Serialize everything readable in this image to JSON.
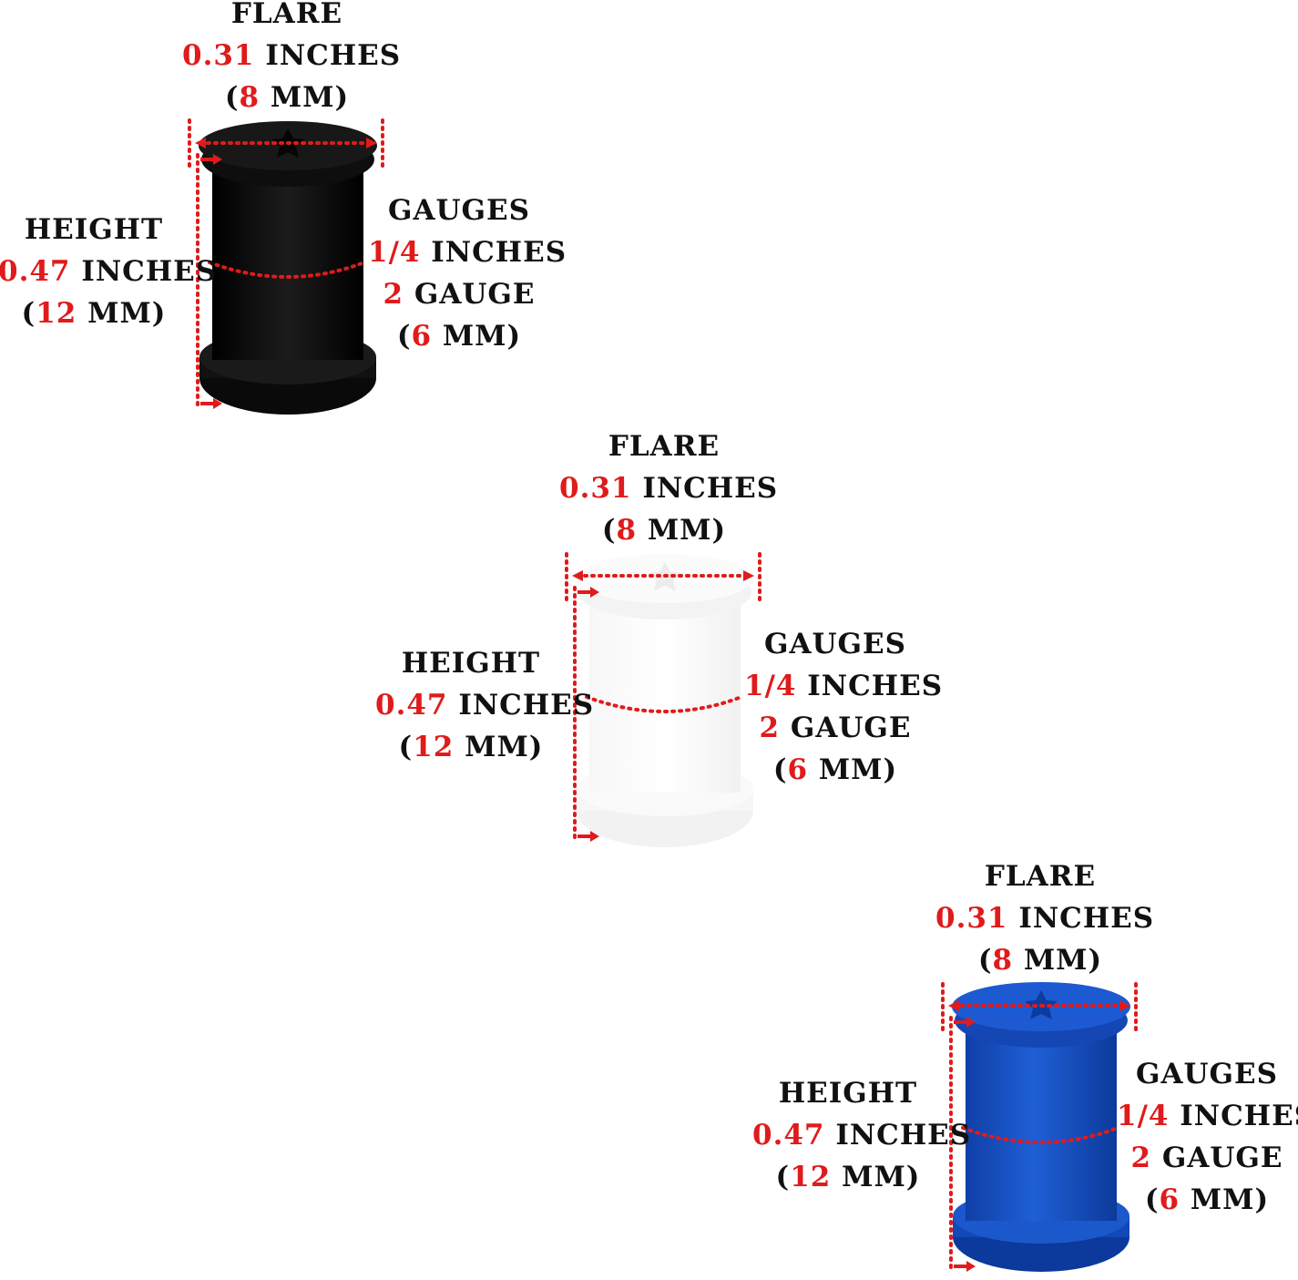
{
  "colors": {
    "accent_red": "#e01b1b",
    "black_plug": "#111111",
    "white_plug": "#f4f4f4",
    "blue_plug": "#1a55c8"
  },
  "plugs": [
    {
      "color_name": "black",
      "flare": {
        "title": "FLARE",
        "inch_value": "0.31",
        "inch_unit": "INCHES",
        "mm_open": "(",
        "mm_value": "8",
        "mm_unit": " MM)"
      },
      "height": {
        "title": "HEIGHT",
        "inch_value": "0.47",
        "inch_unit": "INCHES",
        "mm_open": "(",
        "mm_value": "12",
        "mm_unit": " MM)"
      },
      "gauges": {
        "title": "GAUGES",
        "inch_value": "1/4",
        "inch_unit": "INCHES",
        "gauge_value": "2",
        "gauge_unit": "GAUGE",
        "mm_open": "(",
        "mm_value": "6",
        "mm_unit": " MM)"
      }
    },
    {
      "color_name": "white",
      "flare": {
        "title": "FLARE",
        "inch_value": "0.31",
        "inch_unit": "INCHES",
        "mm_open": "(",
        "mm_value": "8",
        "mm_unit": " MM)"
      },
      "height": {
        "title": "HEIGHT",
        "inch_value": "0.47",
        "inch_unit": "INCHES",
        "mm_open": "(",
        "mm_value": "12",
        "mm_unit": " MM)"
      },
      "gauges": {
        "title": "GAUGES",
        "inch_value": "1/4",
        "inch_unit": "INCHES",
        "gauge_value": "2",
        "gauge_unit": "GAUGE",
        "mm_open": "(",
        "mm_value": "6",
        "mm_unit": " MM)"
      }
    },
    {
      "color_name": "blue",
      "flare": {
        "title": "FLARE",
        "inch_value": "0.31",
        "inch_unit": "INCHES",
        "mm_open": "(",
        "mm_value": "8",
        "mm_unit": " MM)"
      },
      "height": {
        "title": "HEIGHT",
        "inch_value": "0.47",
        "inch_unit": "INCHES",
        "mm_open": "(",
        "mm_value": "12",
        "mm_unit": " MM)"
      },
      "gauges": {
        "title": "GAUGES",
        "inch_value": "1/4",
        "inch_unit": "INCHES",
        "gauge_value": "2",
        "gauge_unit": "GAUGE",
        "mm_open": "(",
        "mm_value": "6",
        "mm_unit": " MM)"
      }
    }
  ]
}
